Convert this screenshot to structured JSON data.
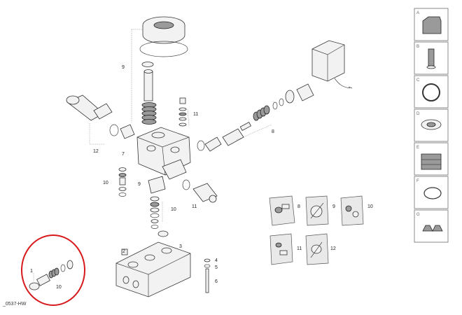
{
  "callouts": {
    "c1": "1",
    "c2": "2",
    "c3": "3",
    "c4": "4",
    "c5": "5",
    "c6": "6",
    "c7": "7",
    "c8": "8",
    "c9a": "9",
    "c9b": "9",
    "c10a": "10",
    "c10b": "10",
    "c10c": "10",
    "c11a": "11",
    "c11b": "11",
    "c12": "12"
  },
  "kit_callouts": {
    "k8": "8",
    "k9": "9",
    "k10": "10",
    "k11": "11",
    "k12": "12"
  },
  "sidebar_tags": [
    "A",
    "B",
    "C",
    "D",
    "E",
    "F",
    "G"
  ],
  "drawing_code": "_0537-HW",
  "highlight": {
    "color": "#d7191c"
  }
}
